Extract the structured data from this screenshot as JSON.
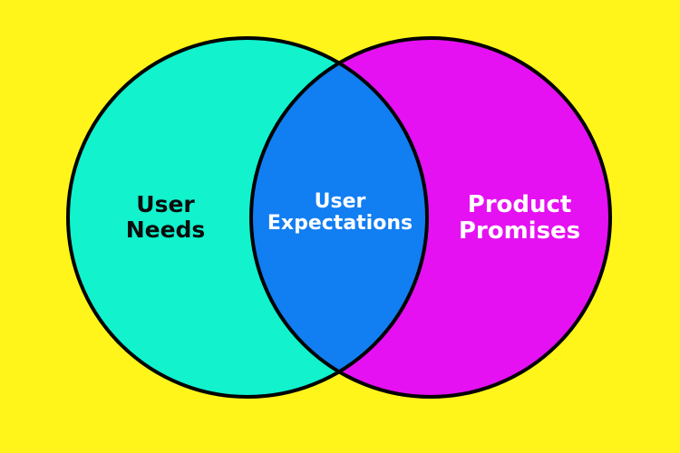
{
  "colors": {
    "background": "#FFF51A",
    "user_needs": "#11F2CD",
    "product_promises": "#E511F2",
    "user_expectations": "#117EF2",
    "outline": "#000000"
  },
  "diagram": {
    "left_set": {
      "line1": "User",
      "line2": "Needs"
    },
    "overlap": {
      "line1": "User",
      "line2": "Expectations"
    },
    "right_set": {
      "line1": "Product",
      "line2": "Promises"
    }
  }
}
